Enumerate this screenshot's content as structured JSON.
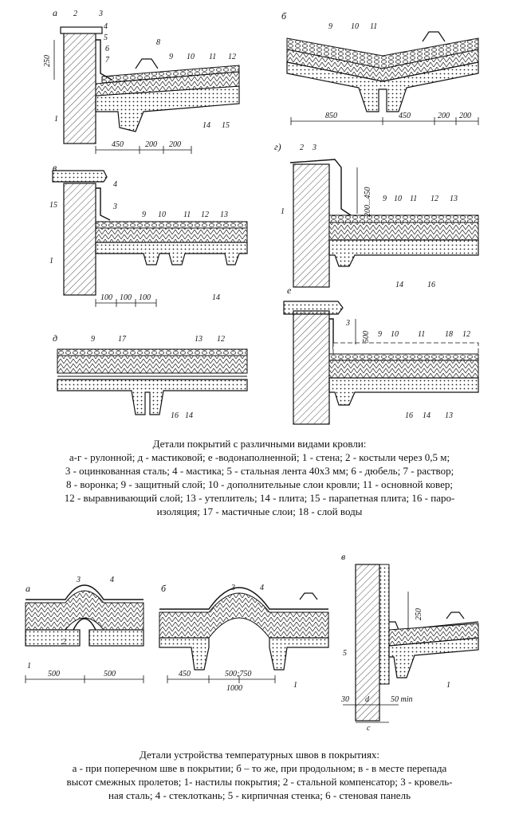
{
  "figure1": {
    "panels": [
      "а",
      "б",
      "в",
      "г)",
      "д",
      "е"
    ],
    "dims": {
      "a": [
        "250",
        "450",
        "200",
        "200"
      ],
      "b": [
        "850",
        "450",
        "200",
        "200"
      ],
      "v": [
        "100",
        "100",
        "100"
      ],
      "g": [
        "200...450"
      ],
      "e": [
        "500"
      ]
    },
    "labels": {
      "a": [
        "2",
        "3",
        "4",
        "5",
        "6",
        "7",
        "8",
        "9",
        "10",
        "11",
        "12",
        "1",
        "14",
        "15"
      ],
      "b": [
        "9",
        "10",
        "11"
      ],
      "v": [
        "4",
        "15",
        "3",
        "1",
        "9",
        "10",
        "11",
        "12",
        "13",
        "14"
      ],
      "g": [
        "2",
        "3",
        "1",
        "9",
        "10",
        "11",
        "12",
        "13",
        "14",
        "16"
      ],
      "d": [
        "9",
        "17",
        "13",
        "12",
        "16",
        "14"
      ],
      "e": [
        "3",
        "9",
        "10",
        "11",
        "18",
        "12",
        "16",
        "14",
        "13"
      ]
    },
    "caption_title": "Детали покрытий с различными видами кровли:",
    "caption_lines": [
      "а-г - рулонной; д - мастиковой; е -водонаполненной; 1 - стена; 2 - костыли через 0,5 м;",
      "3 - оцинкованная сталь; 4 - мастика; 5 - стальная лента 40х3 мм; 6 - дюбель; 7 - раствор;",
      "8 - воронка; 9 - защитный слой; 10 - дополнительные слои кровли; 11 - основной ковер;",
      "12 - выравнивающий слой; 13 - утеплитель; 14 - плита; 15 - парапетная плита; 16 - паро-",
      "изоляция; 17 - мастичные слои; 18 - слой воды"
    ]
  },
  "figure2": {
    "panels": [
      "а",
      "б",
      "в"
    ],
    "dims": {
      "a": [
        "500",
        "500"
      ],
      "b": [
        "450",
        "500;750",
        "1000"
      ],
      "c": [
        "250",
        "30",
        "d",
        "50 min",
        "c"
      ]
    },
    "labels": {
      "a": [
        "3",
        "4",
        "2",
        "1"
      ],
      "b": [
        "3",
        "4",
        "1"
      ],
      "c": [
        "5",
        "1"
      ]
    },
    "caption_title": "Детали устройства температурных швов в покрытиях:",
    "caption_lines": [
      "а - при поперечном шве в покрытии; б – то же, при продольном; в - в месте перепада",
      "высот смежных  пролетов; 1- настилы покрытия; 2 - стальной компенсатор; 3 - кровель-",
      "ная сталь; 4 - стеклоткань; 5 - кирпичная стенка; 6 - стеновая панель"
    ]
  }
}
